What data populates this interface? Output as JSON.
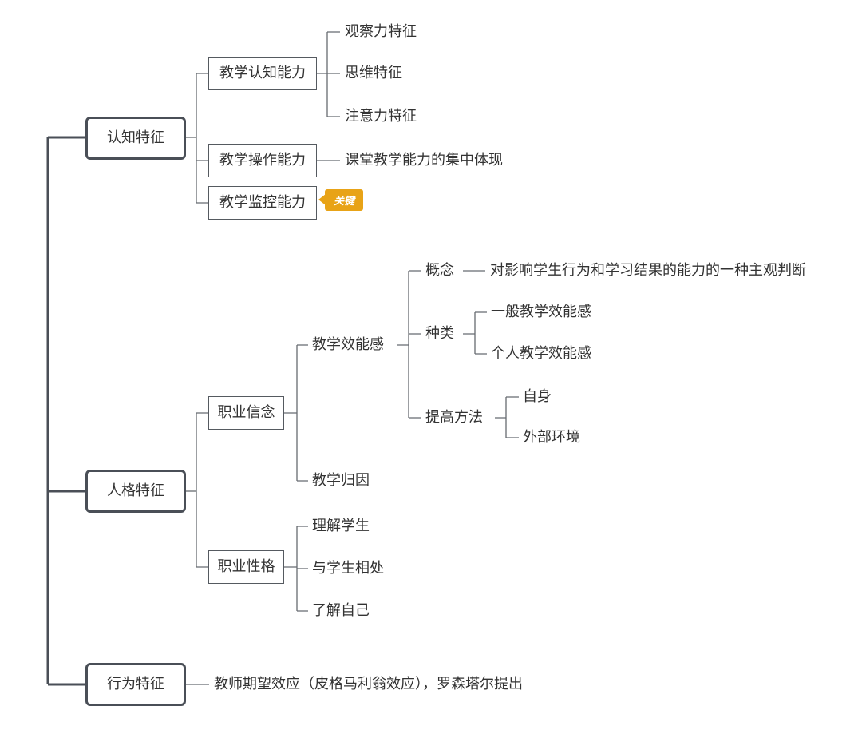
{
  "mindmap": {
    "cognitive": {
      "label": "认知特征",
      "teaching_cognition": {
        "label": "教学认知能力",
        "children": [
          "观察力特征",
          "思维特征",
          "注意力特征"
        ]
      },
      "teaching_operation": {
        "label": "教学操作能力",
        "detail": "课堂教学能力的集中体现"
      },
      "teaching_monitoring": {
        "label": "教学监控能力",
        "tag": "关键"
      }
    },
    "personality": {
      "label": "人格特征",
      "belief": {
        "label": "职业信念",
        "efficacy": {
          "label": "教学效能感",
          "concept": {
            "label": "概念",
            "detail": "对影响学生行为和学习结果的能力的一种主观判断"
          },
          "types": {
            "label": "种类",
            "children": [
              "一般教学效能感",
              "个人教学效能感"
            ]
          },
          "improve": {
            "label": "提高方法",
            "children": [
              "自身",
              "外部环境"
            ]
          }
        },
        "attribution": "教学归因"
      },
      "character": {
        "label": "职业性格",
        "children": [
          "理解学生",
          "与学生相处",
          "了解自己"
        ]
      }
    },
    "behavior": {
      "label": "行为特征",
      "detail": "教师期望效应（皮格马利翁效应），罗森塔尔提出"
    }
  },
  "colors": {
    "line": "#4a4f57",
    "tag_bg": "#e8a317",
    "text": "#333333"
  }
}
